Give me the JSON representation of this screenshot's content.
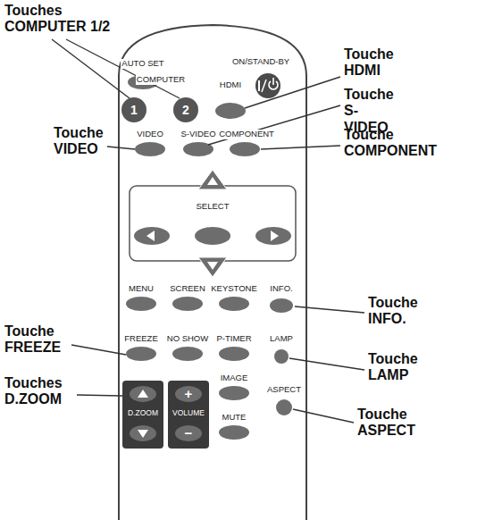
{
  "diagram": {
    "labels": [
      "Touches COMPUTER 1/2",
      "Touche HDMI",
      "Touche S-VIDEO",
      "Touche VIDEO",
      "Touche COMPONENT",
      "Touche INFO.",
      "Touche FREEZE",
      "Touche LAMP",
      "Touches D.ZOOM",
      "Touche ASPECT",
      "AUTO SET",
      "ON/STAND-BY",
      "COMPUTER",
      "1",
      "2",
      "HDMI",
      "VIDEO",
      "S-VIDEO",
      "COMPONENT",
      "SELECT",
      "MENU",
      "SCREEN",
      "KEYSTONE",
      "INFO.",
      "FREEZE",
      "NO SHOW",
      "P-TIMER",
      "LAMP",
      "IMAGE",
      "ASPECT",
      "D.ZOOM",
      "VOLUME",
      "+",
      "−",
      "MUTE"
    ]
  }
}
